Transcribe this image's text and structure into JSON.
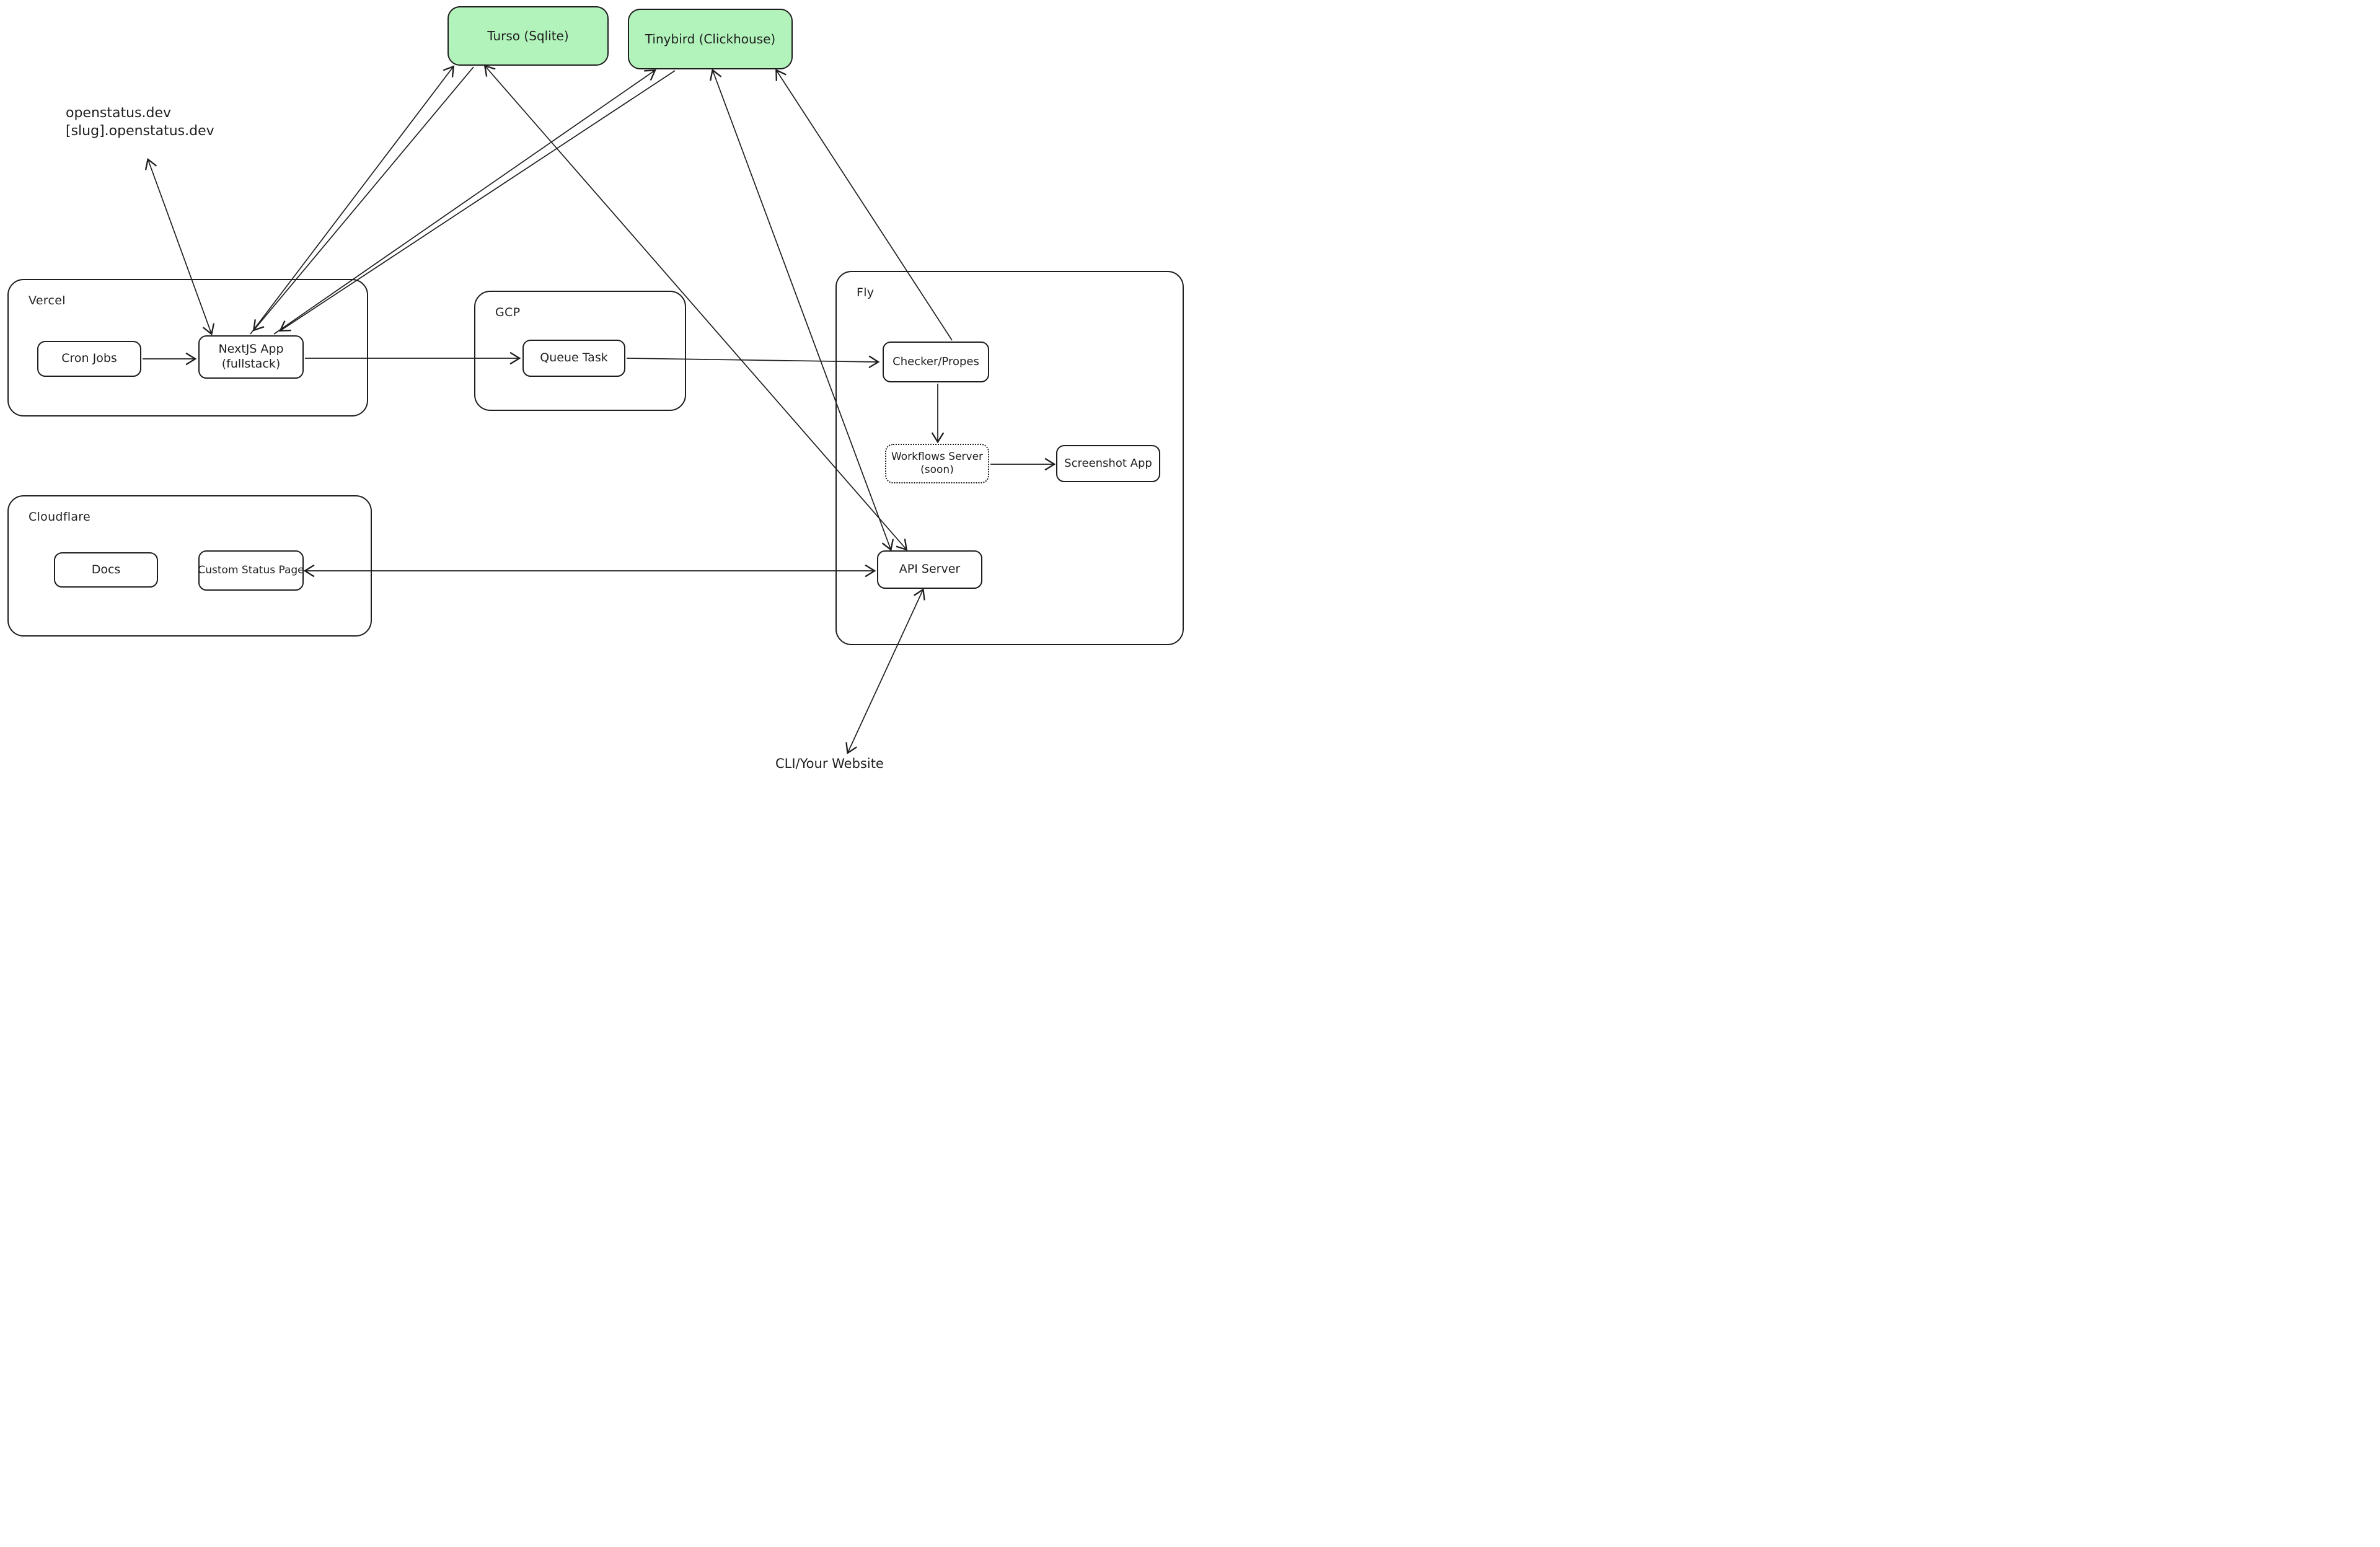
{
  "diagram": {
    "colors": {
      "background": "#ffffff",
      "stroke": "#1e1e1e",
      "database_fill": "#b2f2bb"
    },
    "databases": {
      "turso": {
        "label": "Turso (Sqlite)"
      },
      "tinybird": {
        "label": "Tinybird (Clickhouse)"
      }
    },
    "containers": {
      "vercel": {
        "label": "Vercel"
      },
      "gcp": {
        "label": "GCP"
      },
      "fly": {
        "label": "Fly"
      },
      "cloudflare": {
        "label": "Cloudflare"
      }
    },
    "nodes": {
      "cron_jobs": {
        "label": "Cron Jobs"
      },
      "nextjs_app": {
        "label1": "NextJS App",
        "label2": "(fullstack)"
      },
      "queue_task": {
        "label": "Queue Task"
      },
      "checker_propes": {
        "label": "Checker/Propes"
      },
      "workflows_server": {
        "label1": "Workflows Server",
        "label2": "(soon)"
      },
      "screenshot_app": {
        "label": "Screenshot App"
      },
      "api_server": {
        "label": "API Server"
      },
      "docs": {
        "label": "Docs"
      },
      "custom_status_page": {
        "label": "Custom Status Page"
      }
    },
    "annotations": {
      "domains": {
        "line1": "openstatus.dev",
        "line2": "[slug].openstatus.dev"
      },
      "cli": {
        "label": "CLI/Your Website"
      }
    },
    "edges": [
      "Cron Jobs -> NextJS App",
      "NextJS App -> Queue Task",
      "Queue Task -> Checker/Propes",
      "Checker/Propes -> Workflows Server (soon)",
      "Workflows Server (soon) -> Screenshot App",
      "NextJS App <-> Turso (Sqlite)",
      "NextJS App <-> Tinybird (Clickhouse)",
      "Checker/Propes -> Tinybird (Clickhouse)",
      "API Server <-> Turso (Sqlite)",
      "API Server <-> Tinybird (Clickhouse)",
      "API Server <-> Custom Status Page",
      "API Server <-> CLI/Your Website",
      "NextJS App <-> openstatus.dev"
    ]
  }
}
